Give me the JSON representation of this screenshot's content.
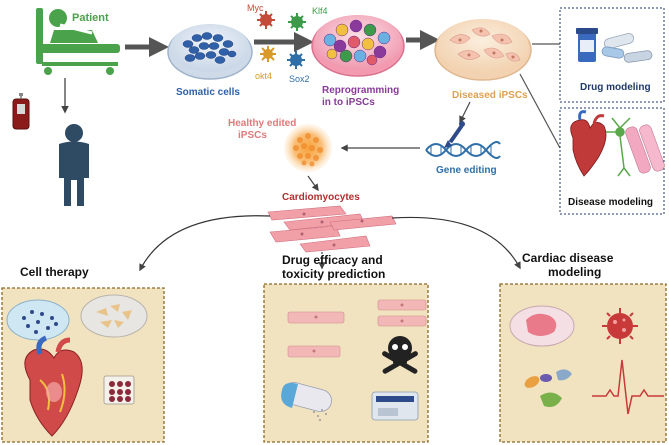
{
  "labels": {
    "patient": "Patient",
    "myc": "Myc",
    "klf4": "Klf4",
    "okt4": "okt4",
    "sox2": "Sox2",
    "somatic_cells": "Somatic cells",
    "reprogramming_line1": "Reprogramming",
    "reprogramming_line2": "in to iPSCs",
    "diseased_ipscs": "Diseased iPSCs",
    "drug_modeling": "Drug modeling",
    "disease_modeling": "Disease modeling",
    "healthy_edited_line1": "Healthy edited",
    "healthy_edited_line2": "iPSCs",
    "gene_editing": "Gene editing",
    "cardiomyocytes": "Cardiomyocytes",
    "cell_therapy": "Cell therapy",
    "drug_efficacy_line1": "Drug efficacy and",
    "drug_efficacy_line2": "toxicity prediction",
    "cardiac_disease_line1": "Cardiac disease",
    "cardiac_disease_line2": "modeling"
  },
  "colors": {
    "patient_green": "#4aa24a",
    "person_navy": "#2f4a63",
    "myc_red": "#c44a3a",
    "klf4_green": "#3d9a4a",
    "okt4_orange": "#d99a2a",
    "sox2_blue": "#2f6fa8",
    "somatic_blue": "#3060a8",
    "reprogram_purple": "#8a3a9a",
    "diseased_orange": "#e0a050",
    "modeling_navy": "#1f3a6a",
    "healthy_pink": "#e07a7a",
    "gene_editing_blue": "#2f6fa8",
    "cardio_red": "#b03030",
    "panel_fill": "#f1e3c0",
    "panel_border": "#8a6a2a",
    "arrow_gray": "#555555"
  }
}
